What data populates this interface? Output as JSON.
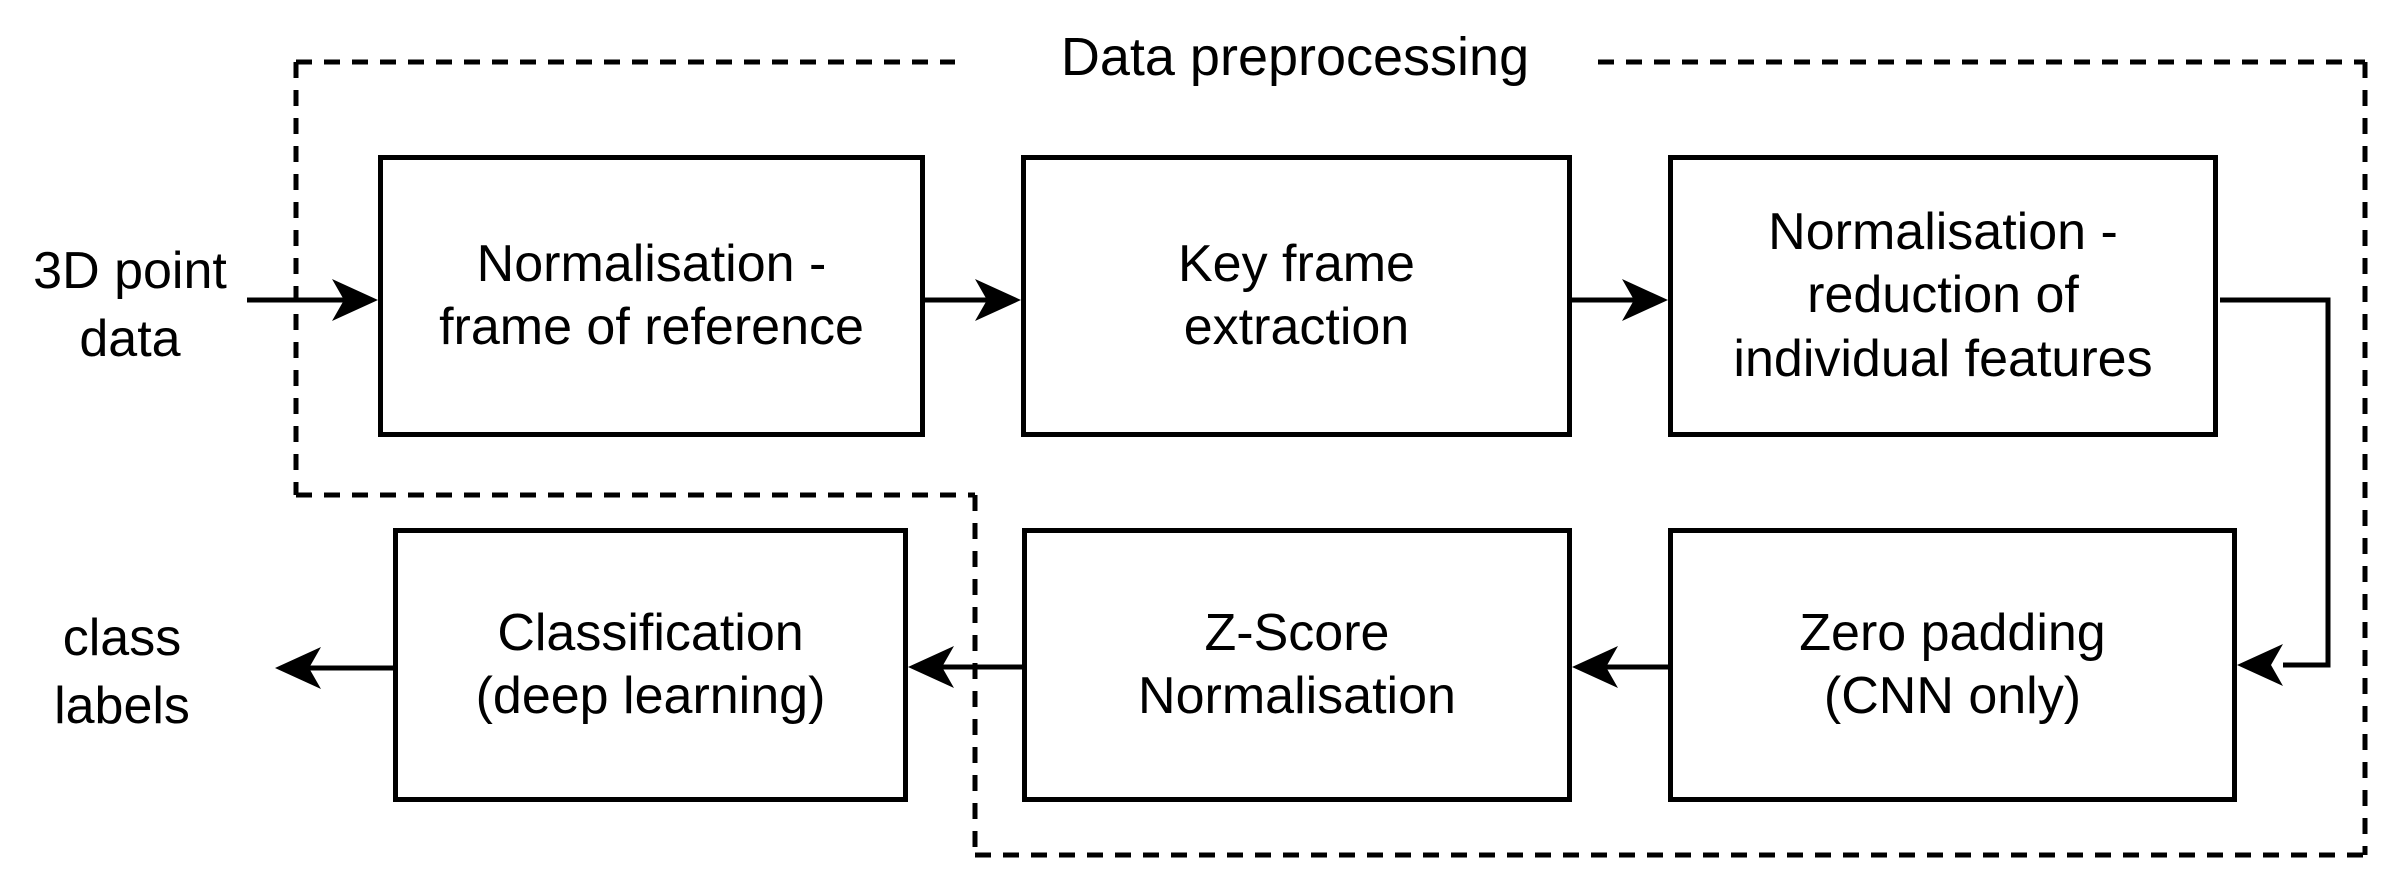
{
  "diagram": {
    "title": "Data preprocessing",
    "input_label": "3D point\ndata",
    "output_label": "class\nlabels",
    "nodes": [
      {
        "id": "normalisation-frame-of-reference",
        "label": "Normalisation -\nframe of reference",
        "in_preprocessing_group": true
      },
      {
        "id": "key-frame-extraction",
        "label": "Key frame\nextraction",
        "in_preprocessing_group": true
      },
      {
        "id": "normalisation-reduction-of-individual-features",
        "label": "Normalisation -\nreduction of\nindividual features",
        "in_preprocessing_group": true
      },
      {
        "id": "zero-padding-cnn-only",
        "label": "Zero padding\n(CNN only)",
        "in_preprocessing_group": true
      },
      {
        "id": "z-score-normalisation",
        "label": "Z-Score\nNormalisation",
        "in_preprocessing_group": true
      },
      {
        "id": "classification-deep-learning",
        "label": "Classification\n(deep learning)",
        "in_preprocessing_group": false
      }
    ],
    "edges": [
      {
        "from": "3D point data",
        "to": "normalisation-frame-of-reference"
      },
      {
        "from": "normalisation-frame-of-reference",
        "to": "key-frame-extraction"
      },
      {
        "from": "key-frame-extraction",
        "to": "normalisation-reduction-of-individual-features"
      },
      {
        "from": "normalisation-reduction-of-individual-features",
        "to": "zero-padding-cnn-only"
      },
      {
        "from": "zero-padding-cnn-only",
        "to": "z-score-normalisation"
      },
      {
        "from": "z-score-normalisation",
        "to": "classification-deep-learning"
      },
      {
        "from": "classification-deep-learning",
        "to": "class labels"
      }
    ],
    "colors": {
      "line": "#000000",
      "text": "#000000",
      "background": "#ffffff",
      "node_fill": "#ffffff"
    }
  }
}
